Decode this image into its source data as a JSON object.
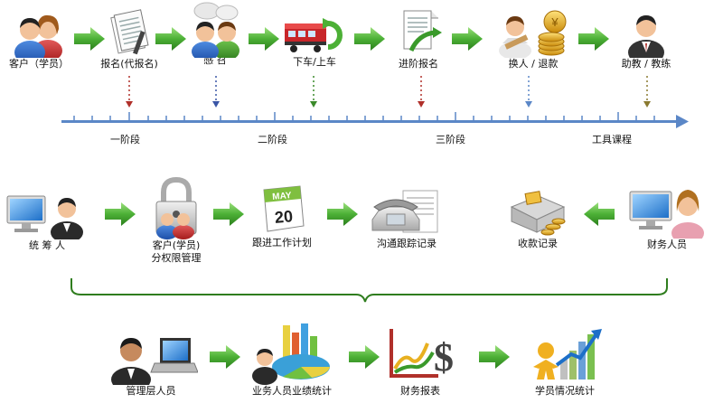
{
  "row1": {
    "nodes": [
      {
        "label": "客户（学员）",
        "icon": "customer-couple-icon"
      },
      {
        "label": "报名(代报名)",
        "icon": "registration-form-icon"
      },
      {
        "label": "感  召",
        "icon": "people-discussion-icon"
      },
      {
        "label": "下车/上车",
        "icon": "train-icon"
      },
      {
        "label": "进阶报名",
        "icon": "advanced-registration-icon"
      },
      {
        "label": "换人 / 退款",
        "icon": "refund-coins-icon"
      },
      {
        "label": "助教 / 教练",
        "icon": "coach-person-icon"
      }
    ],
    "stages": [
      "一阶段",
      "二阶段",
      "三阶段",
      "工具课程"
    ]
  },
  "row2": {
    "nodes": [
      {
        "label": "统  筹  人",
        "icon": "coordinator-computer-icon"
      },
      {
        "label": "客户(学员)",
        "label2": "分权限管理",
        "icon": "padlock-users-icon"
      },
      {
        "label": "跟进工作计划",
        "icon": "calendar-icon",
        "month": "MAY",
        "day": "20"
      },
      {
        "label": "沟通跟踪记录",
        "icon": "telephone-document-icon"
      },
      {
        "label": "收款记录",
        "icon": "cash-box-icon"
      },
      {
        "label": "财务人员",
        "icon": "finance-staff-icon"
      }
    ]
  },
  "row3": {
    "nodes": [
      {
        "label": "管理层人员",
        "icon": "manager-laptop-icon"
      },
      {
        "label": "业务人员业绩统计",
        "icon": "performance-chart-icon"
      },
      {
        "label": "财务报表",
        "icon": "finance-report-icon"
      },
      {
        "label": "学员情况统计",
        "icon": "student-stats-icon"
      }
    ]
  },
  "colors": {
    "arrow_green": "#3a9a2b",
    "timeline_blue": "#5b87c7",
    "dot_red": "#b0302a",
    "dot_blue": "#3a56a6",
    "dot_green": "#3a8a2a",
    "dot_olive": "#8a7a30",
    "brace_green": "#2f7d1e"
  }
}
